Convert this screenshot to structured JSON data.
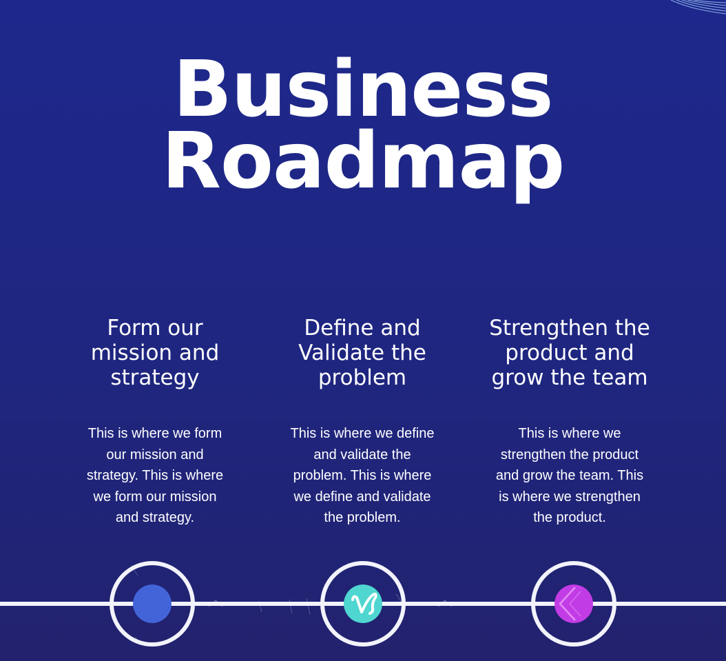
{
  "title": {
    "line1": "Business",
    "line2": "Roadmap"
  },
  "steps": [
    {
      "heading_line1": "Form our",
      "heading_line2": "mission and",
      "heading_line3": "strategy",
      "text_line1": "This is where we form",
      "text_line2": "our mission and",
      "text_line3": "strategy. This is where",
      "text_line4": "we form our mission",
      "text_line5": "and strategy.",
      "dot_color": "#4364d8",
      "icon": "solid-dot-icon"
    },
    {
      "heading_line1": "Define and",
      "heading_line2": "Validate the",
      "heading_line3": "problem",
      "text_line1": "This is where we define",
      "text_line2": "and validate the",
      "text_line3": "problem. This is where",
      "text_line4": "we define and validate",
      "text_line5": "the problem.",
      "dot_color": "#4fd6d0",
      "icon": "script-v-logo-icon"
    },
    {
      "heading_line1": "Strengthen the",
      "heading_line2": "product and",
      "heading_line3": "grow the team",
      "text_line1": "This is where we",
      "text_line2": "strengthen the product",
      "text_line3": "and grow the team. This",
      "text_line4": "is where we strengthen",
      "text_line5": "the product.",
      "dot_color": "#c23ce6",
      "icon": "angle-bracket-icon"
    }
  ],
  "colors": {
    "background": "#1f2782",
    "timeline": "#f2f3fb",
    "text": "#ffffff"
  }
}
